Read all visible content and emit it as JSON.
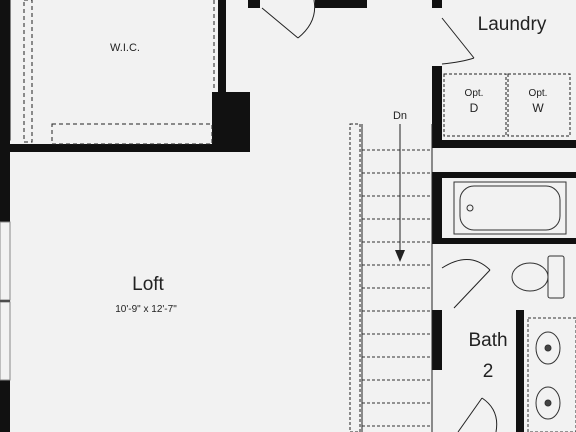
{
  "rooms": {
    "wic": {
      "label": "W.I.C."
    },
    "laundry": {
      "label": "Laundry"
    },
    "opt_d": {
      "line1": "Opt.",
      "line2": "D"
    },
    "opt_w": {
      "line1": "Opt.",
      "line2": "W"
    },
    "loft": {
      "label": "Loft",
      "dimensions": "10'-9\" x 12'-7\""
    },
    "bath2": {
      "line1": "Bath",
      "line2": "2"
    }
  },
  "stairs": {
    "direction_label": "Dn"
  },
  "colors": {
    "background": "#f2f2f2",
    "wall": "#111111",
    "fixture": "#444444"
  }
}
